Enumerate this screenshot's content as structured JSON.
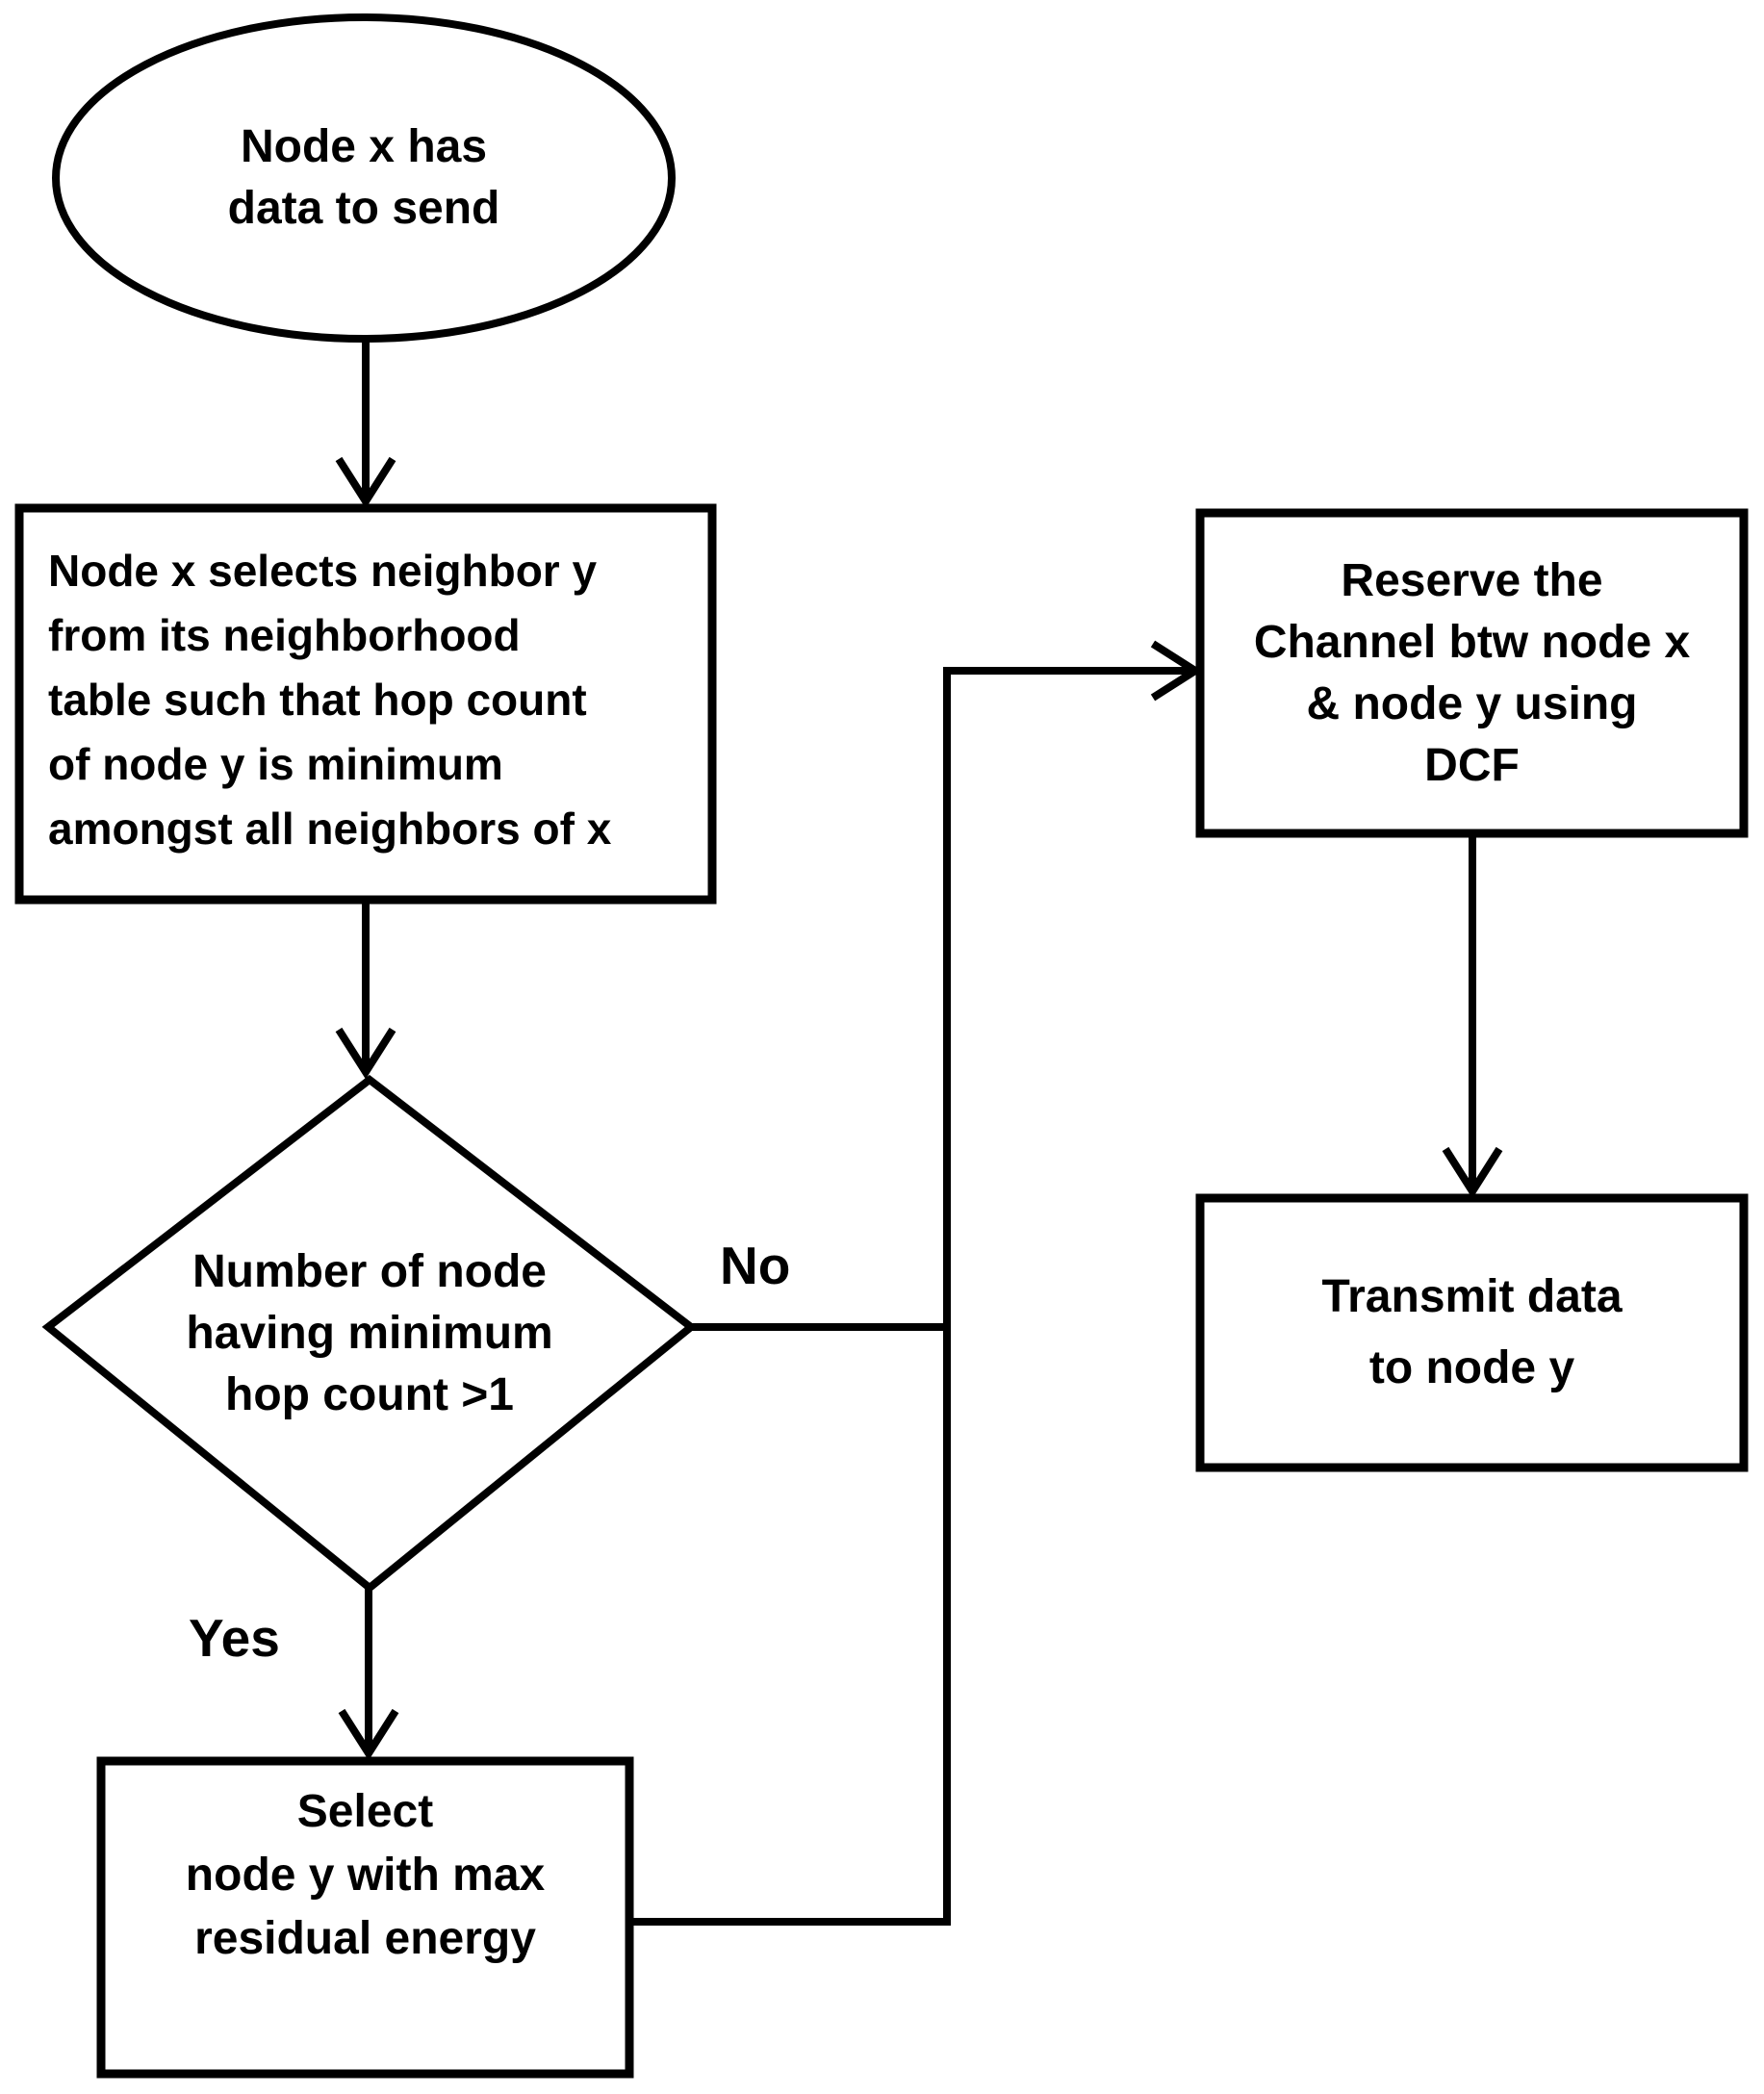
{
  "flowchart": {
    "nodes": {
      "start": {
        "shape": "ellipse",
        "text": "Node x has\ndata to send"
      },
      "select_neighbor": {
        "shape": "rectangle",
        "text": "Node x selects neighbor y\nfrom its neighborhood\ntable such that hop count\nof node y is minimum\namongst all neighbors of x"
      },
      "decision": {
        "shape": "diamond",
        "text": "Number of node\nhaving minimum\nhop count >1"
      },
      "reserve_channel": {
        "shape": "rectangle",
        "text": "Reserve the\nChannel btw node x\n& node y using\nDCF"
      },
      "transmit": {
        "shape": "rectangle",
        "text": "Transmit data\nto node y"
      },
      "select_energy": {
        "shape": "rectangle",
        "text": "Select\nnode y with max\nresidual energy"
      }
    },
    "edges": {
      "yes_label": "Yes",
      "no_label": "No"
    },
    "colors": {
      "stroke": "#000000",
      "text": "#000000",
      "background": "#ffffff"
    }
  }
}
